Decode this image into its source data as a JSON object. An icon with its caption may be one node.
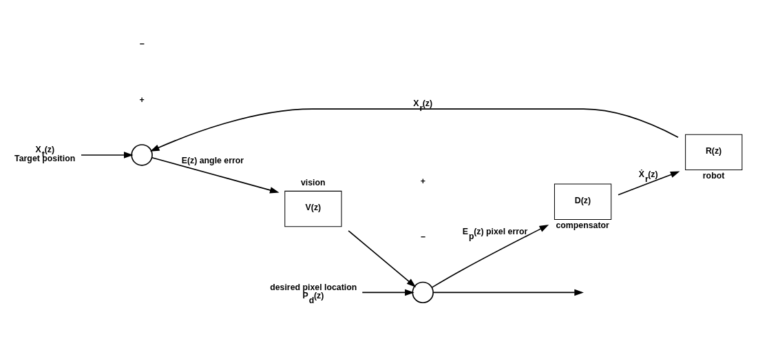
{
  "diagram": {
    "nodes": [
      {
        "text": [
          "X$_{t}$(z)",
          "Target position"
        ]
      },
      {
        "text": [],
        "shape": "circle"
      },
      {
        "text": [
          "vision",
          "V(z)"
        ]
      },
      {
        "text": [],
        "shape": "circle"
      },
      {
        "text": [
          "desired pixel location",
          "P$_{d}$(z)"
        ]
      },
      {
        "text": [
          "D(z)",
          "compensator"
        ]
      },
      {
        "text": [
          "R(z)",
          "robot"
        ]
      }
    ],
    "edges": [
      {
        "from": 0,
        "to": 1,
        "arrow": "to"
      },
      {
        "from": 1,
        "to": 2,
        "arrow": "to",
        "label": "E(z) angle error"
      },
      {
        "from": 2,
        "to": 3,
        "arrow": "to"
      },
      {
        "from": 4,
        "to": 3,
        "arrow": "to"
      },
      {
        "from": 3,
        "to": null,
        "arrow": "to"
      },
      {
        "from": 3,
        "to": 5,
        "arrow": "to",
        "label": "E$_{p}$(z) pixel error"
      },
      {
        "from": 5,
        "to": 6,
        "arrow": "to",
        "label": "Ẋ$_{r}$(z)"
      },
      {
        "from": 6,
        "to": 1,
        "arrow": "to",
        "label": "X$_{r}$(z)"
      }
    ],
    "labels": [
      "+",
      "−",
      "+",
      "−"
    ]
  }
}
